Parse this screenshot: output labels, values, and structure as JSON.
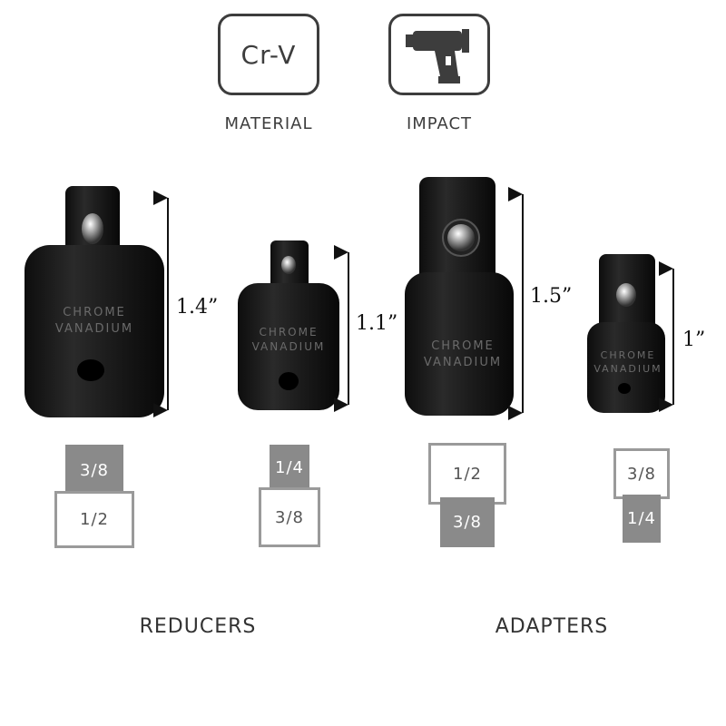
{
  "badges": {
    "material": {
      "text": "Cr-V",
      "caption": "MATERIAL"
    },
    "impact": {
      "icon": "impact-wrench-icon",
      "caption": "IMPACT"
    }
  },
  "adapters": [
    {
      "height": "1.4”",
      "engraving": [
        "CHROME",
        "VANADIUM"
      ],
      "top_size": "3/8",
      "bottom_size": "1/2"
    },
    {
      "height": "1.1”",
      "engraving": [
        "CHROME",
        "VANADIUM"
      ],
      "top_size": "1/4",
      "bottom_size": "3/8"
    },
    {
      "height": "1.5”",
      "engraving": [
        "CHROME",
        "VANADIUM"
      ],
      "top_size": "1/2",
      "bottom_size": "3/8"
    },
    {
      "height": "1”",
      "engraving": [
        "CHROME",
        "VANADIUM"
      ],
      "top_size": "3/8",
      "bottom_size": "1/4"
    }
  ],
  "groups": {
    "left": "REDUCERS",
    "right": "ADAPTERS"
  },
  "colors": {
    "metal": "#1a1a1a",
    "box_dark": "#8a8a8a",
    "box_border": "#9a9a9a",
    "text": "#3d3d3d"
  }
}
